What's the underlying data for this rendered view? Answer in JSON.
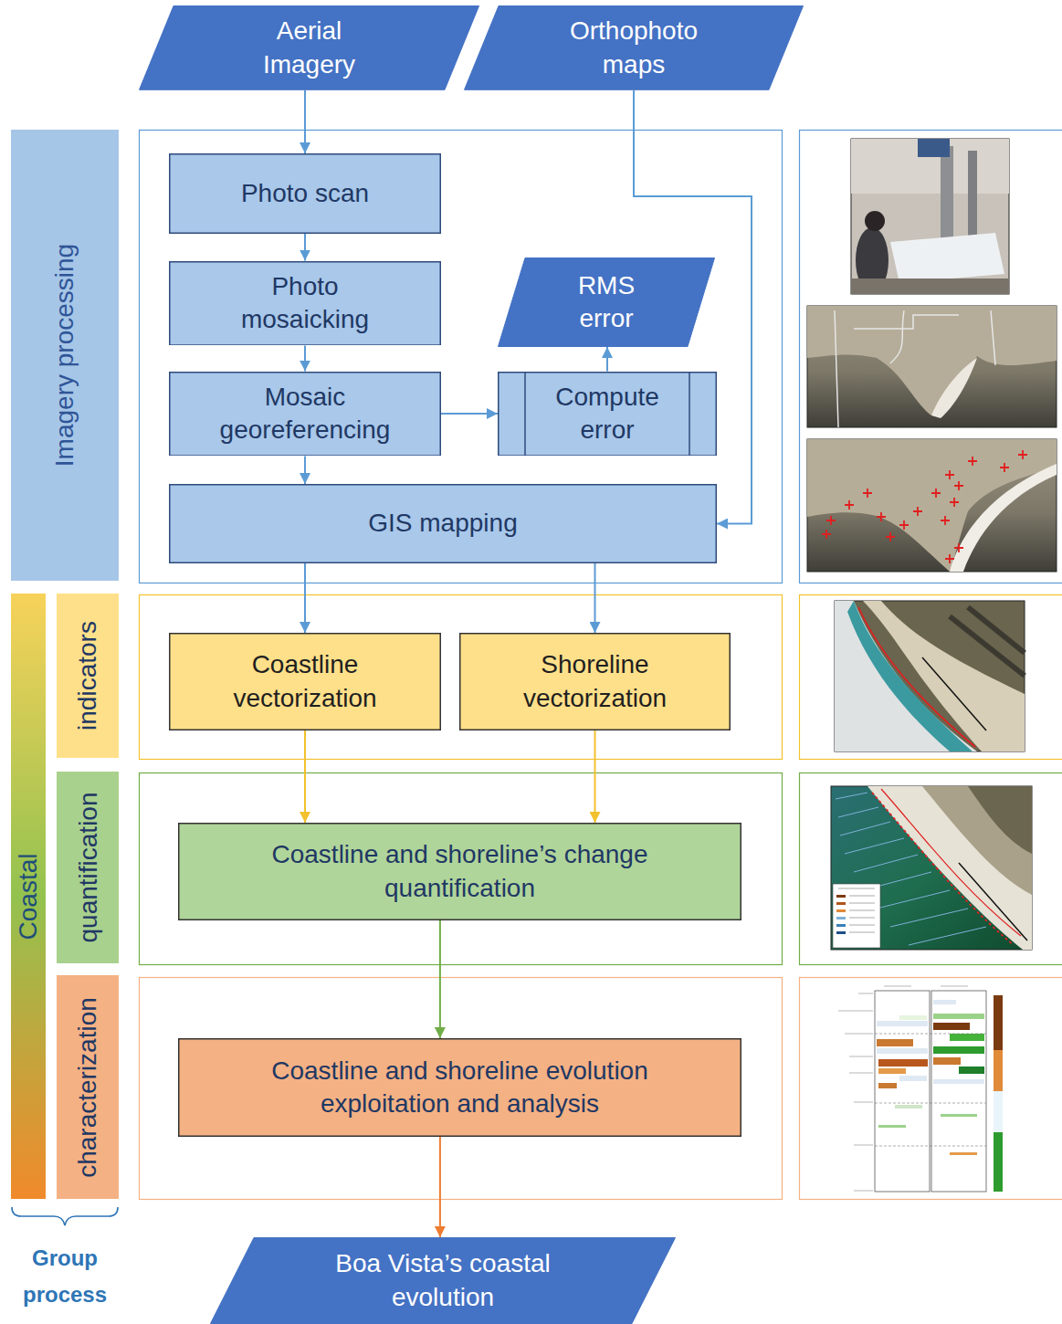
{
  "diagram": {
    "nodes": [
      {
        "text": [
          "Aerial Imagery"
        ]
      },
      {
        "text": [
          "Orthophoto maps"
        ]
      },
      {
        "text": [
          "Imagery processing"
        ]
      },
      {
        "text": [
          "Photo scan"
        ]
      },
      {
        "text": [
          "Photo mosaicking"
        ]
      },
      {
        "text": [
          "RMS error"
        ]
      },
      {
        "text": [
          "Mosaic georeferencing"
        ]
      },
      {
        "text": [
          "Compute error"
        ]
      },
      {
        "text": [
          "GIS mapping"
        ]
      },
      {
        "text": [
          "Coastal"
        ]
      },
      {
        "text": [
          "indicators"
        ]
      },
      {
        "text": [
          "Coastline vectorization"
        ]
      },
      {
        "text": [
          "Shoreline vectorization"
        ]
      },
      {
        "text": [
          "quantification"
        ]
      },
      {
        "text": [
          "Coastline and shoreline’s change quantification"
        ]
      },
      {
        "text": [
          "characterization"
        ]
      },
      {
        "text": [
          "Coastline and shoreline evolution exploitation and analysis"
        ]
      },
      {
        "text": [
          "Boa Vista’s coastal evolution"
        ]
      }
    ],
    "edges": [
      {
        "from": 0,
        "to": 3,
        "arrow": "to"
      },
      {
        "from": 3,
        "to": 4,
        "arrow": "to"
      },
      {
        "from": 4,
        "to": 6,
        "arrow": "to"
      },
      {
        "from": 6,
        "to": 7,
        "arrow": "to"
      },
      {
        "from": 7,
        "to": 5,
        "arrow": "to"
      },
      {
        "from": 1,
        "to": 8,
        "arrow": "to"
      },
      {
        "from": 6,
        "to": 8,
        "arrow": "to"
      },
      {
        "from": 8,
        "to": 11,
        "arrow": "to"
      },
      {
        "from": 8,
        "to": 12,
        "arrow": "to"
      },
      {
        "from": 11,
        "to": 14,
        "arrow": "to"
      },
      {
        "from": 12,
        "to": 14,
        "arrow": "to"
      },
      {
        "from": 14,
        "to": 16,
        "arrow": "to"
      },
      {
        "from": 16,
        "to": 17,
        "arrow": "to"
      }
    ],
    "labels": [
      "Group process"
    ]
  }
}
